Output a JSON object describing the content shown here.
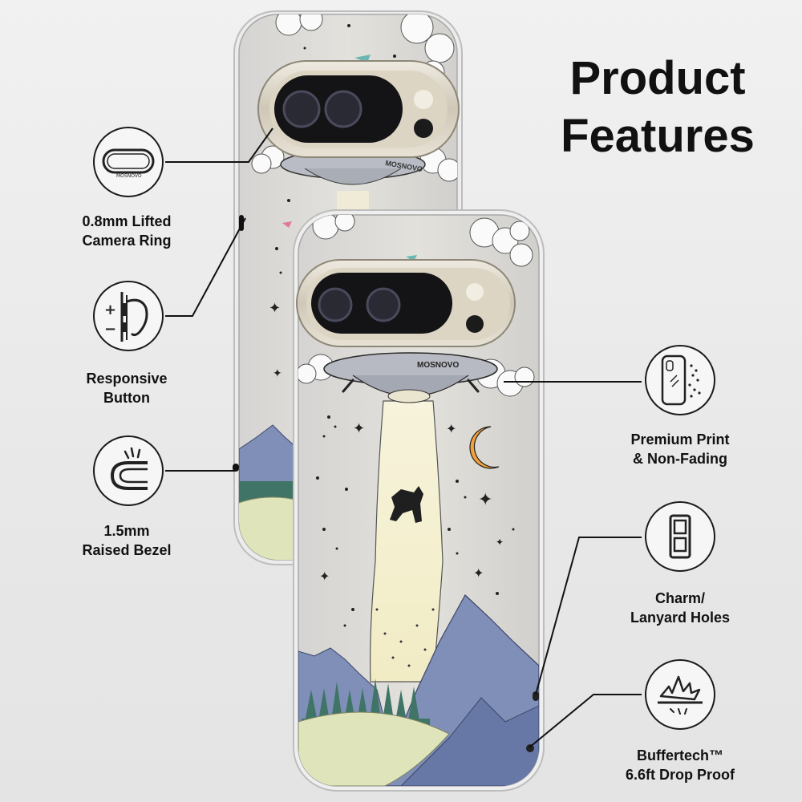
{
  "headline": {
    "line1": "Product",
    "line2": "Features"
  },
  "features": [
    {
      "icon": "camera-ring-icon",
      "line1": "0.8mm Lifted",
      "line2": "Camera Ring"
    },
    {
      "icon": "responsive-button-icon",
      "line1": "Responsive",
      "line2": "Button"
    },
    {
      "icon": "raised-bezel-icon",
      "line1": "1.5mm",
      "line2": "Raised Bezel"
    },
    {
      "icon": "premium-print-icon",
      "line1": "Premium Print",
      "line2": "& Non-Fading"
    },
    {
      "icon": "lanyard-holes-icon",
      "line1": "Charm/",
      "line2": "Lanyard Holes"
    },
    {
      "icon": "drop-proof-icon",
      "line1": "Buffertech™",
      "line2": "6.6ft Drop Proof"
    }
  ],
  "product": {
    "brand_print": "MOSNOVO",
    "camera_ring_print": "MOSNOVO",
    "button_symbols": {
      "plus": "+",
      "minus": "−"
    }
  },
  "colors": {
    "mountain": "#7f8fb8",
    "mountain_dark": "#6778a6",
    "forest": "#3f7466",
    "meadow": "#dfe4ba",
    "beam": "#f5f1cf",
    "moon": "#f3a23a",
    "camera_ring": "#d9d3c6"
  }
}
